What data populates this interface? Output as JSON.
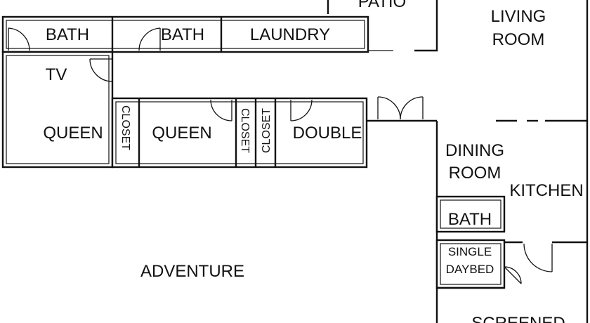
{
  "rooms": {
    "patio": "PATIO",
    "living_room": [
      "LIVING",
      "ROOM"
    ],
    "bath_1": "BATH",
    "bath_2": "BATH",
    "laundry": "LAUNDRY",
    "tv": "TV",
    "queen_1": "QUEEN",
    "closet_1": "CLOSET",
    "queen_2": "QUEEN",
    "closet_2": "CLOSET",
    "closet_3": "CLOSET",
    "double": "DOUBLE",
    "dining_room": [
      "DINING",
      "ROOM"
    ],
    "kitchen": "KITCHEN",
    "bath_3": "BATH",
    "single_daybed": [
      "SINGLE",
      "DAYBED"
    ],
    "adventure": "ADVENTURE",
    "screened": "SCREENED"
  }
}
